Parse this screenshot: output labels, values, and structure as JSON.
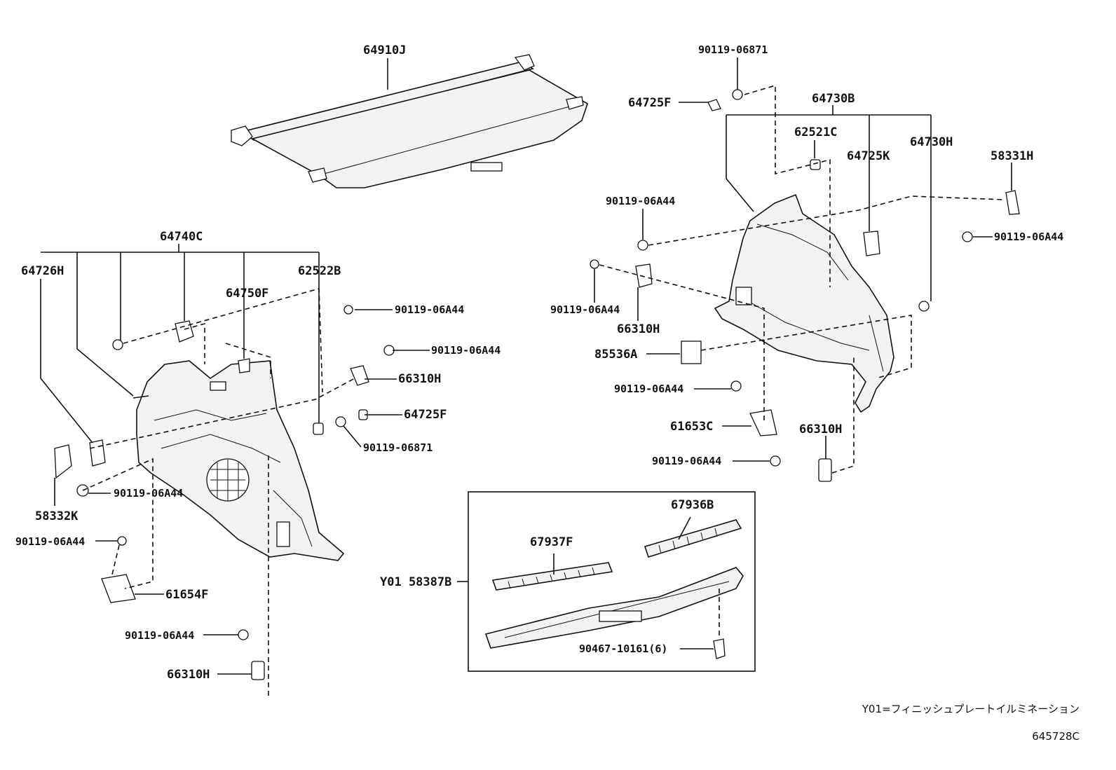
{
  "labels": {
    "cover_64910J": "64910J",
    "trim_64740C": "64740C",
    "trim_64726H": "64726H",
    "clip_64750F": "64750F",
    "cap_62522B": "62522B",
    "bolt_l1": "90119-06A44",
    "bolt_l2": "90119-06A44",
    "bracket_l_66310H": "66310H",
    "clip_l_64725F": "64725F",
    "bolt_l_06871": "90119-06871",
    "bolt_l3": "90119-06A44",
    "bracket_58332K": "58332K",
    "bolt_l4": "90119-06A44",
    "cover_61654F": "61654F",
    "bolt_l5": "90119-06A44",
    "bracket_l2_66310H": "66310H",
    "bolt_r_06871": "90119-06871",
    "clip_r_64725F": "64725F",
    "trim_64730B": "64730B",
    "cap_62521C": "62521C",
    "clip_64725K": "64725K",
    "trim_64730H": "64730H",
    "bracket_58331H": "58331H",
    "bolt_r1": "90119-06A44",
    "bolt_r2": "90119-06A44",
    "bolt_r3": "90119-06A44",
    "bracket_r_66310H": "66310H",
    "pad_85536A": "85536A",
    "bolt_r4": "90119-06A44",
    "cover_61653C": "61653C",
    "bracket_r2_66310H": "66310H",
    "bolt_r5": "90119-06A44",
    "plate_67936B": "67936B",
    "plate_67937F": "67937F",
    "plate_Y01_58387B": "Y01 58387B",
    "clip_90467": "90467-10161(6)"
  },
  "footnote": "Y01=フィニッシュプレートイルミネーション",
  "diagram_code": "645728C"
}
